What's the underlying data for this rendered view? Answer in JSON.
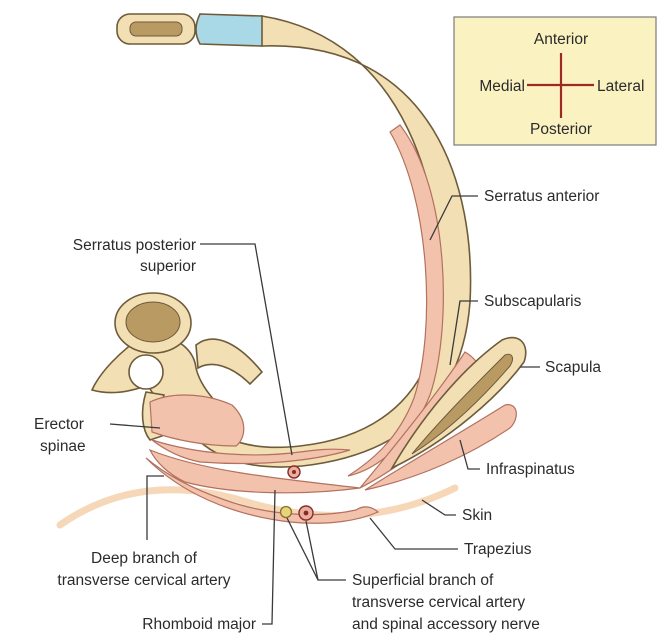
{
  "orientation": {
    "anterior": "Anterior",
    "posterior": "Posterior",
    "medial": "Medial",
    "lateral": "Lateral"
  },
  "labels": {
    "serratus_anterior": "Serratus anterior",
    "serratus_posterior_line1": "Serratus posterior",
    "serratus_posterior_line2": "superior",
    "subscapularis": "Subscapularis",
    "scapula": "Scapula",
    "erector_line1": "Erector",
    "erector_line2": "spinae",
    "infraspinatus": "Infraspinatus",
    "skin": "Skin",
    "trapezius": "Trapezius",
    "deep_branch_line1": "Deep branch of",
    "deep_branch_line2": "transverse cervical artery",
    "superficial_line1": "Superficial branch of",
    "superficial_line2": "transverse cervical artery",
    "superficial_line3": "and spinal accessory nerve",
    "rhomboid_major": "Rhomboid major"
  },
  "colors": {
    "bone": "#f2dfb4",
    "bone_outline": "#6e5b3a",
    "cartilage": "#a9d8e6",
    "muscle": "#f2c2ad",
    "muscle_outline": "#b3715e",
    "marrow": "#b99a63",
    "compass_box": "#fbf2c2",
    "compass_cross": "#9c2a22",
    "skin": "#f6d7b8"
  }
}
